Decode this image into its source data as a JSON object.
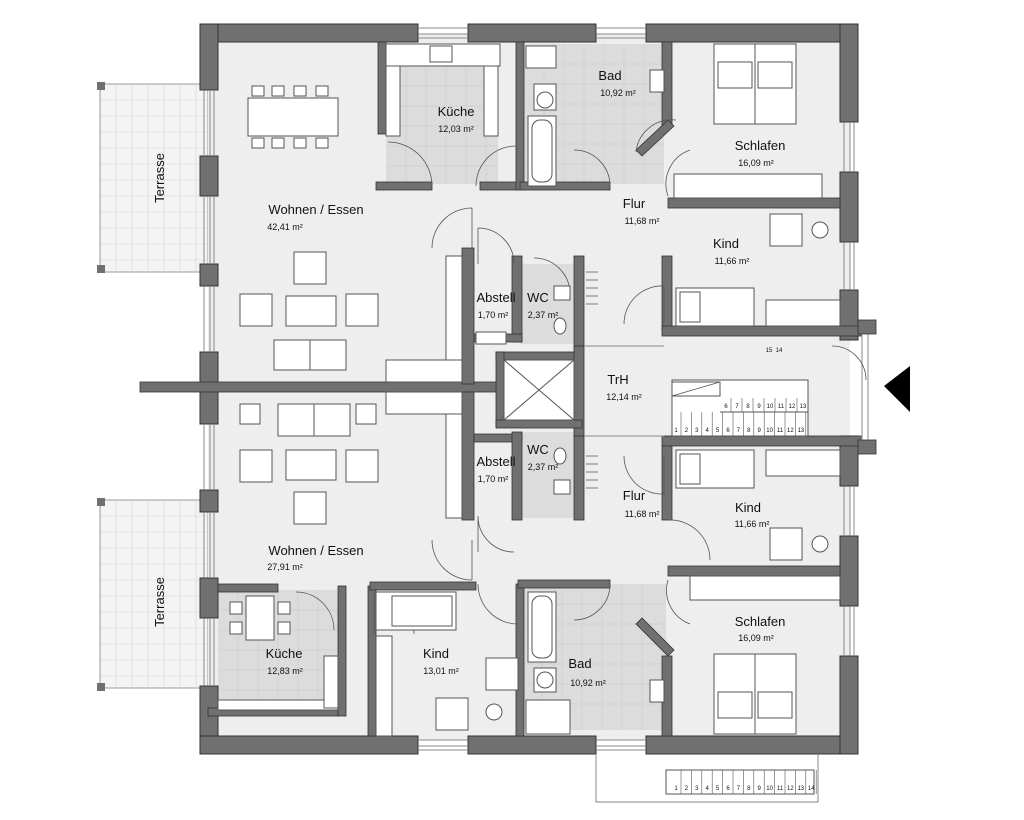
{
  "rooms": {
    "terrasse_top": "Terrasse",
    "terrasse_bottom": "Terrasse",
    "kueche_top": {
      "name": "Küche",
      "area": "12,03 m²"
    },
    "bad_top": {
      "name": "Bad",
      "area": "10,92 m²"
    },
    "schlafen_top": {
      "name": "Schlafen",
      "area": "16,09 m²"
    },
    "wohnen_top": {
      "name": "Wohnen / Essen",
      "area": "42,41 m²"
    },
    "flur_top": {
      "name": "Flur",
      "area": "11,68 m²"
    },
    "kind_top": {
      "name": "Kind",
      "area": "11,66 m²"
    },
    "abstell_top": {
      "name": "Abstell",
      "area": "1,70 m²"
    },
    "wc_top": {
      "name": "WC",
      "area": "2,37 m²"
    },
    "trh": {
      "name": "TrH",
      "area": "12,14 m²"
    },
    "abstell_bottom": {
      "name": "Abstell",
      "area": "1,70 m²"
    },
    "wc_bottom": {
      "name": "WC",
      "area": "2,37 m²"
    },
    "flur_bottom": {
      "name": "Flur",
      "area": "11,68 m²"
    },
    "kind_right_bottom": {
      "name": "Kind",
      "area": "11,66 m²"
    },
    "wohnen_bottom": {
      "name": "Wohnen / Essen",
      "area": "27,91 m²"
    },
    "schlafen_bottom": {
      "name": "Schlafen",
      "area": "16,09 m²"
    },
    "kueche_bottom": {
      "name": "Küche",
      "area": "12,83 m²"
    },
    "kind_bottom": {
      "name": "Kind",
      "area": "13,01 m²"
    },
    "bad_bottom": {
      "name": "Bad",
      "area": "10,92 m²"
    }
  },
  "stairs": {
    "upper_marks": [
      "15",
      "14"
    ],
    "inner_steps": [
      "6",
      "7",
      "8",
      "9",
      "10",
      "11",
      "12",
      "13"
    ],
    "lower_steps": [
      "1",
      "2",
      "3",
      "4",
      "5",
      "6",
      "7",
      "8",
      "9",
      "10",
      "11",
      "12",
      "13"
    ],
    "outdoor_steps": [
      "1",
      "2",
      "3",
      "4",
      "5",
      "6",
      "7",
      "8",
      "9",
      "10",
      "11",
      "12",
      "13",
      "14"
    ]
  },
  "colors": {
    "wall": "#707070",
    "room_fill": "#eeeeee",
    "tile_fill": "#dddddd",
    "terrace_fill": "#f4f4f4",
    "furniture_stroke": "#555555"
  },
  "icons": {
    "entrance": "entrance-arrow-icon"
  }
}
